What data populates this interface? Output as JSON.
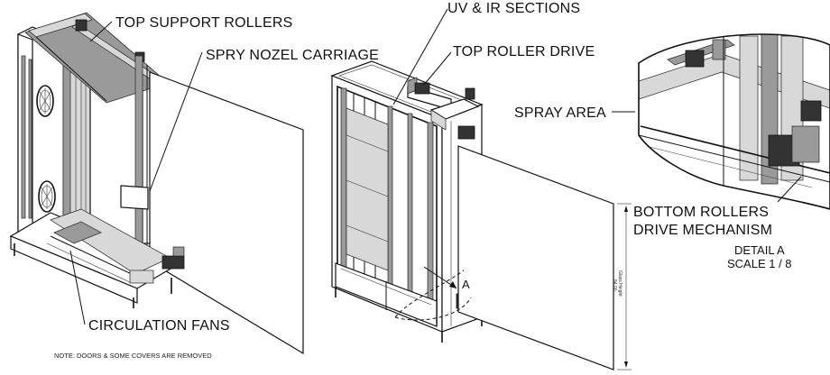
{
  "labels": {
    "top_support_rollers": "TOP SUPPORT ROLLERS",
    "spry_nozel_carriage": "SPRY NOZEL CARRIAGE",
    "circulation_fans": "CIRCULATION FANS",
    "uv_ir_sections": "UV & IR SECTIONS",
    "top_roller_drive": "TOP ROLLER DRIVE",
    "spray_area": "SPRAY AREA",
    "bottom_rollers": "BOTTOM ROLLERS",
    "drive_mechanism": "DRIVE MECHANISM",
    "detail_a": "DETAIL  A",
    "scale": "SCALE 1 / 8",
    "callout_a": "A",
    "dimension_value": "84.00",
    "dimension_caption": "Glass Height",
    "note": "NOTE: DOORS & SOME COVERS ARE REMOVED"
  }
}
